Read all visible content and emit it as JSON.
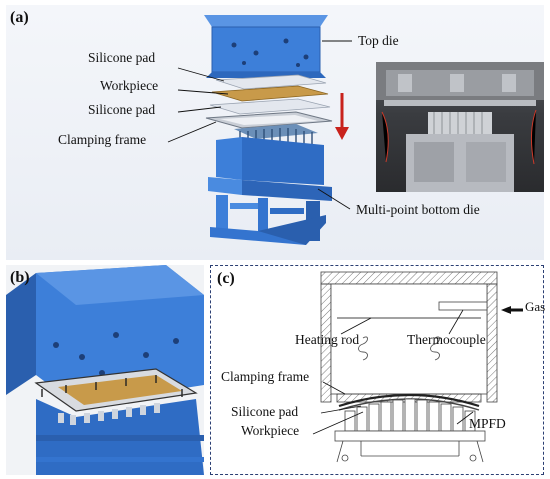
{
  "panel_a": {
    "label": "(a)",
    "callouts": {
      "top_die": "Top die",
      "silicone_pad_top": "Silicone pad",
      "workpiece": "Workpiece",
      "silicone_pad_bottom": "Silicone pad",
      "clamping_frame": "Clamping frame",
      "bottom_die": "Multi-point bottom die"
    },
    "colors": {
      "die_blue": "#3d7fd9",
      "arrow_red": "#c8221c",
      "pad_gold": "#c89a4a"
    }
  },
  "panel_b": {
    "label": "(b)"
  },
  "panel_c": {
    "label": "(c)",
    "callouts": {
      "gas": "Gas",
      "heating_rod": "Heating rod",
      "thermocouple": "Thermocouple",
      "clamping_frame": "Clamping frame",
      "silicone_pad": "Silicone pad",
      "workpiece": "Workpiece",
      "mpfd": "MPFD"
    },
    "colors": {
      "border": "#2b3f73"
    }
  }
}
